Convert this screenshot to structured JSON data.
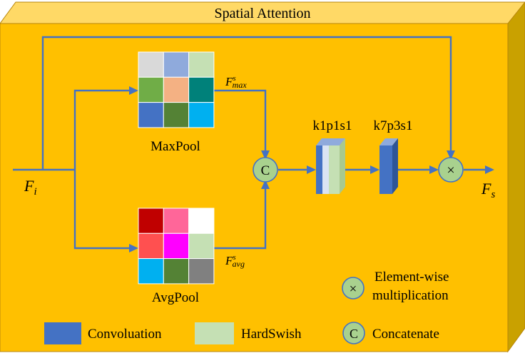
{
  "title": "Spatial Attention",
  "input_label": {
    "main": "F",
    "sub": "i"
  },
  "output_label": {
    "main": "F",
    "sub": "s"
  },
  "fmax_label": {
    "main": "F",
    "sup": "s",
    "sub": "max"
  },
  "favg_label": {
    "main": "F",
    "sup": "s",
    "sub": "avg"
  },
  "maxpool": {
    "label": "MaxPool",
    "cells": [
      "#d9d9d9",
      "#8faadc",
      "#c5e0b4",
      "#70ad47",
      "#f4b183",
      "#00817a",
      "#4472c4",
      "#548235",
      "#00b0f0"
    ]
  },
  "avgpool": {
    "label": "AvgPool",
    "cells": [
      "#c00000",
      "#ff6699",
      "#ffffff",
      "#ff5050",
      "#ff00ff",
      "#c5e0b4",
      "#00b0f0",
      "#548235",
      "#808080"
    ]
  },
  "concat_symbol": "C",
  "multiply_symbol": "×",
  "conv1_label": "k1p1s1",
  "conv2_label": "k7p3s1",
  "legend": {
    "multiply_symbol": "×",
    "multiply_line1": "Element-wise",
    "multiply_line2": "multiplication",
    "conv_label": "Convoluation",
    "hardswish_label": "HardSwish",
    "concat_symbol": "C",
    "concat_label": "Concatenate"
  },
  "colors": {
    "background": "#ffc000",
    "box_top": "#ffd966",
    "box_side": "#c9a100",
    "arrow": "#4472c4",
    "conv": "#4472c4",
    "hardswish": "#c5e0b4",
    "node": "#a9d18e"
  }
}
